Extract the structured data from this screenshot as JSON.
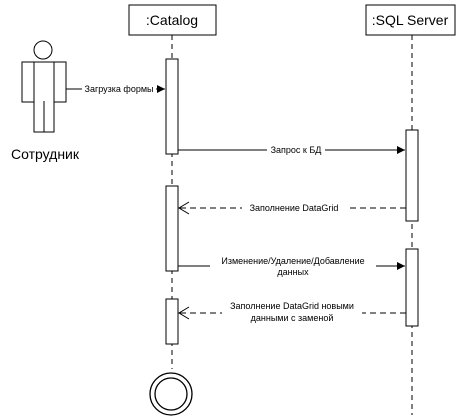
{
  "actor": {
    "name": "Сотрудник"
  },
  "lifelines": [
    {
      "id": "catalog",
      "name": ":Catalog"
    },
    {
      "id": "sql",
      "name": ":SQL Server"
    }
  ],
  "messages": [
    {
      "id": "m1",
      "line1": "Загрузка формы",
      "line2": ""
    },
    {
      "id": "m2",
      "line1": "Запрос к БД",
      "line2": ""
    },
    {
      "id": "m3",
      "line1": "Заполнение DataGrid",
      "line2": ""
    },
    {
      "id": "m4",
      "line1": "Изменение/Удаление/Добавление",
      "line2": "данных"
    },
    {
      "id": "m5",
      "line1": "Заполнение DataGrid новыми",
      "line2": "данными с заменой"
    }
  ],
  "colors": {
    "line": "#000000",
    "fill": "#ffffff"
  }
}
